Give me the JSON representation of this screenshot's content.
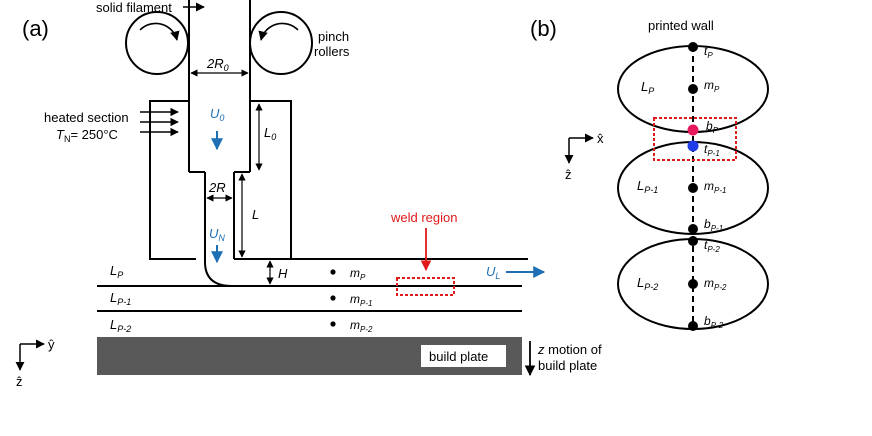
{
  "panel_a": {
    "label": "(a)",
    "solid_filament": "solid filament",
    "pinch_rollers_l1": "pinch",
    "pinch_rollers_l2": "rollers",
    "heated_section": "heated section",
    "tn_var": "T",
    "tn_sub": "N",
    "tn_value": "= 250°C",
    "r0_prefix": "2R",
    "r0_sub": "0",
    "u0_var": "U",
    "u0_sub": "0",
    "l0_var": "L",
    "l0_sub": "0",
    "r_label": "2R",
    "l_label": "L",
    "un_var": "U",
    "un_sub": "N",
    "h_label": "H",
    "weld_region": "weld region",
    "ul_var": "U",
    "ul_sub": "L",
    "layers": [
      {
        "var": "L",
        "sub": "P",
        "mvar": "m",
        "msub": "P"
      },
      {
        "var": "L",
        "sub": "P-1",
        "mvar": "m",
        "msub": "P-1"
      },
      {
        "var": "L",
        "sub": "P-2",
        "mvar": "m",
        "msub": "P-2"
      }
    ],
    "build_plate": "build plate",
    "z_motion_var": "z",
    "z_motion_l1": " motion of",
    "z_motion_l2": "build plate",
    "axis_y": "ŷ",
    "axis_z": "ẑ"
  },
  "panel_b": {
    "label": "(b)",
    "title": "printed wall",
    "axis_x": "x̂",
    "axis_z": "ẑ",
    "layers": [
      {
        "var": "L",
        "sub": "P",
        "t": "P",
        "m": "P",
        "b": "P"
      },
      {
        "var": "L",
        "sub": "P-1",
        "t": "P-1",
        "m": "P-1",
        "b": "P-1"
      },
      {
        "var": "L",
        "sub": "P-2",
        "t": "P-2",
        "m": "P-2",
        "b": "P-2"
      }
    ],
    "point_t": "t",
    "point_m": "m",
    "point_b": "b"
  },
  "colors": {
    "blue": "#1f6fb5",
    "red": "#e0191b",
    "pink": "#e8185c",
    "dot_blue": "#1f3de8",
    "plate": "#595959"
  }
}
